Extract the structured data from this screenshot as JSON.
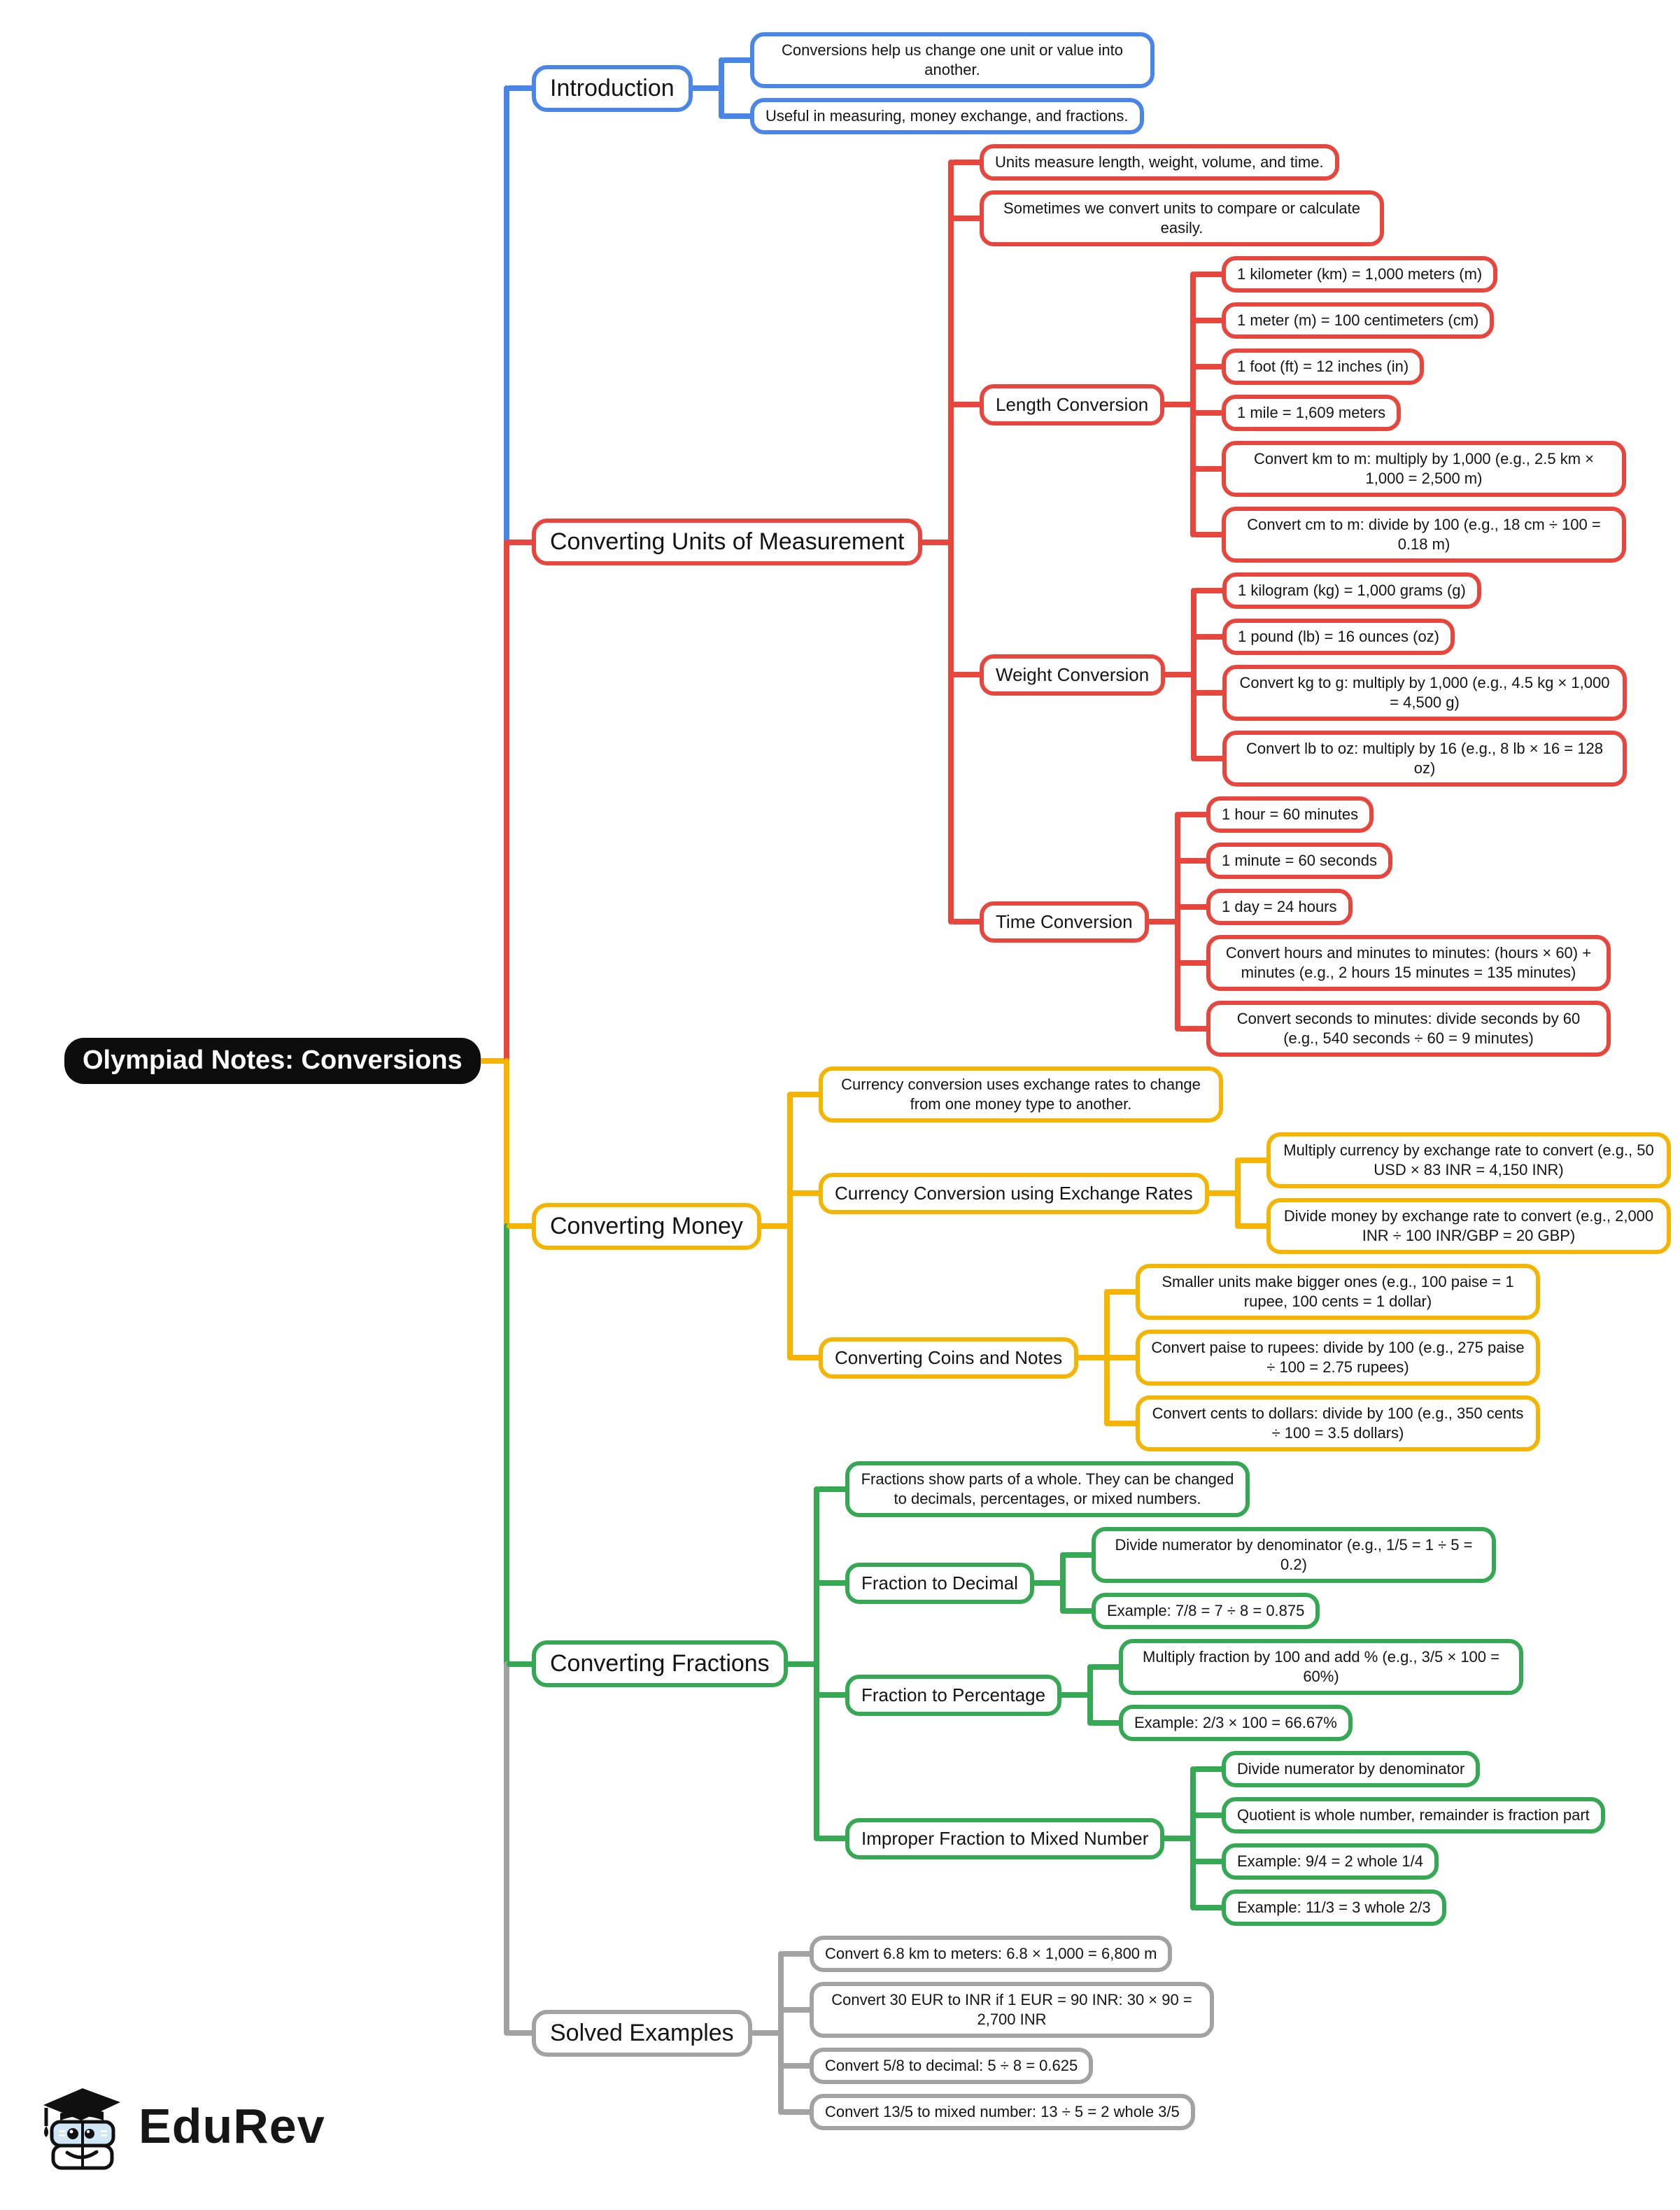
{
  "logo": {
    "text": "EduRev"
  },
  "palette": {
    "root_bg": "#0d0d0d",
    "introduction": "#4a86e8",
    "units": "#e8463d",
    "money": "#f4b400",
    "fractions": "#34a853",
    "solved": "#a2a2a2"
  },
  "tree": {
    "label": "Olympiad Notes: Conversions",
    "children": [
      {
        "label": "Introduction",
        "color": "#4a86e8",
        "children": [
          {
            "label": "Conversions help us change one unit or value into another."
          },
          {
            "label": "Useful in measuring, money exchange, and fractions."
          }
        ]
      },
      {
        "label": "Converting Units of Measurement",
        "color": "#e8463d",
        "children": [
          {
            "label": "Units measure length, weight, volume, and time."
          },
          {
            "label": "Sometimes we convert units to compare or calculate easily."
          },
          {
            "label": "Length Conversion",
            "children": [
              {
                "label": "1 kilometer (km) = 1,000 meters (m)"
              },
              {
                "label": "1 meter (m) = 100 centimeters (cm)"
              },
              {
                "label": "1 foot (ft) = 12 inches (in)"
              },
              {
                "label": "1 mile = 1,609 meters"
              },
              {
                "label": "Convert km to m: multiply by 1,000 (e.g., 2.5 km × 1,000 = 2,500 m)"
              },
              {
                "label": "Convert cm to m: divide by 100 (e.g., 18 cm ÷ 100 = 0.18 m)"
              }
            ]
          },
          {
            "label": "Weight Conversion",
            "children": [
              {
                "label": "1 kilogram (kg) = 1,000 grams (g)"
              },
              {
                "label": "1 pound (lb) = 16 ounces (oz)"
              },
              {
                "label": "Convert kg to g: multiply by 1,000 (e.g., 4.5 kg × 1,000 = 4,500 g)"
              },
              {
                "label": "Convert lb to oz: multiply by 16 (e.g., 8 lb × 16 = 128 oz)"
              }
            ]
          },
          {
            "label": "Time Conversion",
            "children": [
              {
                "label": "1 hour = 60 minutes"
              },
              {
                "label": "1 minute = 60 seconds"
              },
              {
                "label": "1 day = 24 hours"
              },
              {
                "label": "Convert hours and minutes to minutes: (hours × 60) + minutes (e.g., 2 hours 15 minutes = 135 minutes)"
              },
              {
                "label": "Convert seconds to minutes: divide seconds by 60 (e.g., 540 seconds ÷ 60 = 9 minutes)"
              }
            ]
          }
        ]
      },
      {
        "label": "Converting Money",
        "color": "#f4b400",
        "children": [
          {
            "label": "Currency conversion uses exchange rates to change from one money type to another."
          },
          {
            "label": "Currency Conversion using Exchange Rates",
            "children": [
              {
                "label": "Multiply currency by exchange rate to convert (e.g., 50 USD × 83 INR = 4,150 INR)"
              },
              {
                "label": "Divide money by exchange rate to convert (e.g., 2,000 INR ÷ 100 INR/GBP = 20 GBP)"
              }
            ]
          },
          {
            "label": "Converting Coins and Notes",
            "children": [
              {
                "label": "Smaller units make bigger ones (e.g., 100 paise = 1 rupee, 100 cents = 1 dollar)"
              },
              {
                "label": "Convert paise to rupees: divide by 100 (e.g., 275 paise ÷ 100 = 2.75 rupees)"
              },
              {
                "label": "Convert cents to dollars: divide by 100 (e.g., 350 cents ÷ 100 = 3.5 dollars)"
              }
            ]
          }
        ]
      },
      {
        "label": "Converting Fractions",
        "color": "#34a853",
        "children": [
          {
            "label": "Fractions show parts of a whole. They can be changed to decimals, percentages, or mixed numbers."
          },
          {
            "label": "Fraction to Decimal",
            "children": [
              {
                "label": "Divide numerator by denominator (e.g., 1/5 = 1 ÷ 5 = 0.2)"
              },
              {
                "label": "Example: 7/8 = 7 ÷ 8 = 0.875"
              }
            ]
          },
          {
            "label": "Fraction to Percentage",
            "children": [
              {
                "label": "Multiply fraction by 100 and add % (e.g., 3/5 × 100 = 60%)"
              },
              {
                "label": "Example: 2/3 × 100 = 66.67%"
              }
            ]
          },
          {
            "label": "Improper Fraction to Mixed Number",
            "children": [
              {
                "label": "Divide numerator by denominator"
              },
              {
                "label": "Quotient is whole number, remainder is fraction part"
              },
              {
                "label": "Example: 9/4 = 2 whole 1/4"
              },
              {
                "label": "Example: 11/3 = 3 whole 2/3"
              }
            ]
          }
        ]
      },
      {
        "label": "Solved Examples",
        "color": "#a2a2a2",
        "children": [
          {
            "label": "Convert 6.8 km to meters: 6.8 × 1,000 = 6,800 m"
          },
          {
            "label": "Convert 30 EUR to INR if 1 EUR = 90 INR: 30 × 90 = 2,700 INR"
          },
          {
            "label": "Convert 5/8 to decimal: 5 ÷ 8 = 0.625"
          },
          {
            "label": "Convert 13/5 to mixed number: 13 ÷ 5 = 2 whole 3/5"
          }
        ]
      }
    ]
  }
}
